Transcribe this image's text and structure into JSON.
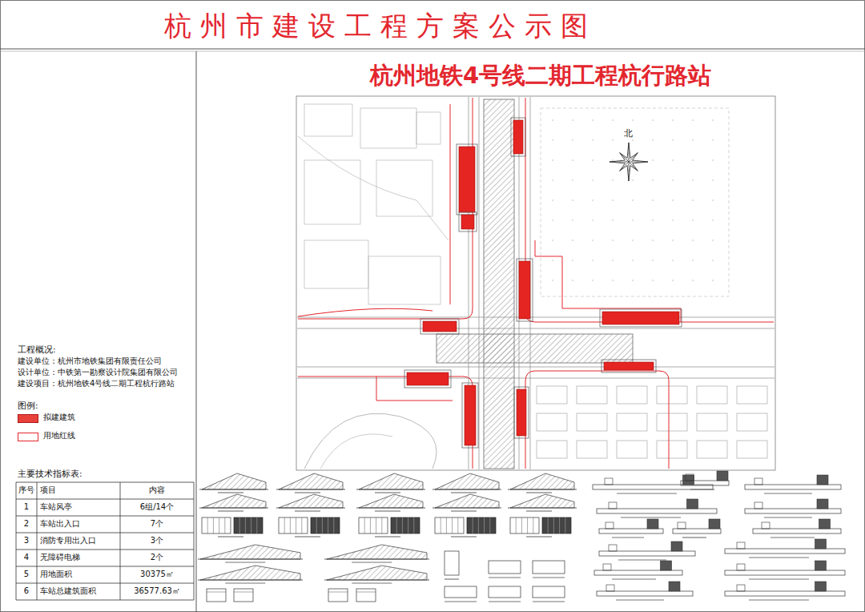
{
  "diagram": {
    "title": "杭州市建设工程方案公示图",
    "labels": [
      "杭州地铁4号线二期工程杭行路站",
      "北",
      "工程概况:",
      "建设单位：杭州市地铁集团有限责任公司",
      "设计单位：中铁第一勘察设计院集团有限公司",
      "建设项目：杭州地铁4号线二期工程杭行路站",
      "图例:",
      "主要技术指标表:",
      "序号",
      "项目",
      "内容",
      "1",
      "车站风亭",
      "6组/14个",
      "2",
      "车站出入口",
      "7个",
      "3",
      "消防专用出入口",
      "3个",
      "4",
      "无障碍电梯",
      "2个",
      "5",
      "用地面积",
      "30375㎡",
      "6",
      "车站总建筑面积",
      "36577.63㎡"
    ],
    "legend": [
      {
        "text": "拟建建筑",
        "color": "#e8413c"
      },
      {
        "text": "用地红线"
      }
    ]
  }
}
